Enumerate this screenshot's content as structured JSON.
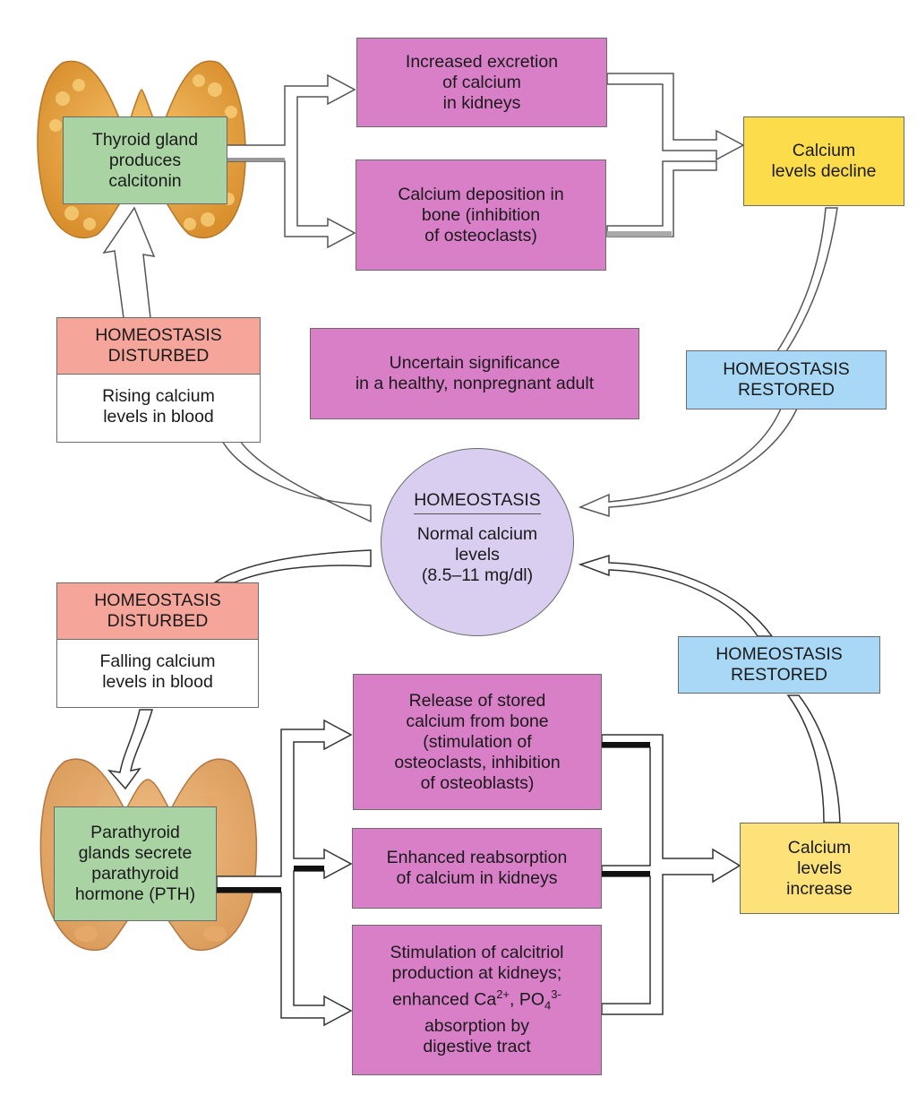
{
  "top_loop": {
    "thyroid": "Thyroid gland\nproduces\ncalcitonin",
    "excretion": "Increased excretion\nof calcium\nin kidneys",
    "deposition": "Calcium deposition in\nbone (inhibition\nof osteoclasts)",
    "decline": "Calcium\nlevels decline",
    "uncertain": "Uncertain significance\nin a healthy, nonpregnant adult",
    "disturbed_header": "HOMEOSTASIS\nDISTURBED",
    "disturbed_body": "Rising calcium\nlevels in blood",
    "restored": "HOMEOSTASIS\nRESTORED"
  },
  "center": {
    "header": "HOMEOSTASIS",
    "body": "Normal calcium\nlevels\n(8.5–11 mg/dl)"
  },
  "bottom_loop": {
    "disturbed_header": "HOMEOSTASIS\nDISTURBED",
    "disturbed_body": "Falling calcium\nlevels in blood",
    "restored": "HOMEOSTASIS\nRESTORED",
    "release": "Release of stored\ncalcium from bone\n(stimulation of\nosteoclasts, inhibition\nof osteoblasts)",
    "reabsorption": "Enhanced reabsorption\nof calcium in kidneys",
    "calcitriol_line1": "Stimulation of calcitriol",
    "calcitriol_line2": "production at kidneys;",
    "calcitriol_line3_prefix": "enhanced Ca",
    "calcitriol_ca_sup": "2+",
    "calcitriol_sep": ", PO",
    "calcitriol_po_sub": "4",
    "calcitriol_po_sup": "3-",
    "calcitriol_line4": "absorption by",
    "calcitriol_line5": "digestive tract",
    "parathyroid": "Parathyroid\nglands secrete\nparathyroid\nhormone (PTH)",
    "increase": "Calcium\nlevels\nincrease"
  },
  "colors": {
    "pink": "#d97fc8",
    "green": "#a9d3a3",
    "yellow": "#fcdc4a",
    "blue": "#a8d8f5",
    "salmon": "#f5a59a",
    "lavender": "#d9cdf0",
    "gland": "#e8a448"
  }
}
